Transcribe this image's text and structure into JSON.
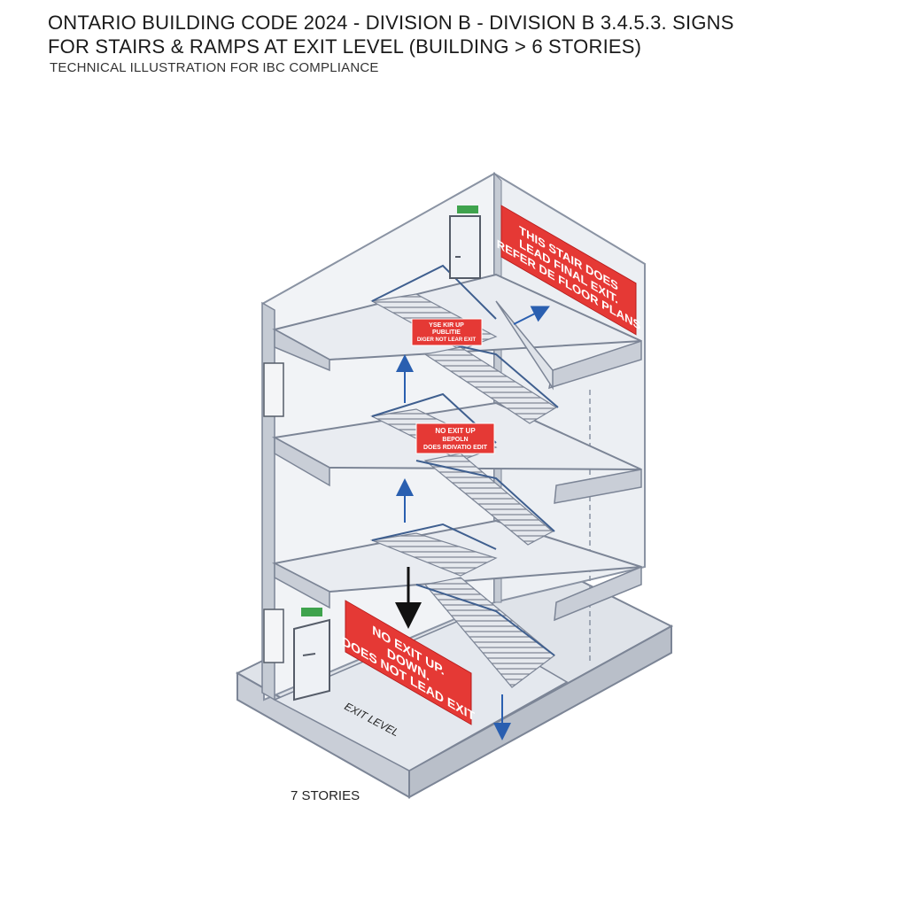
{
  "header": {
    "title_line1": "ONTARIO BUILDING CODE 2024 - DIVISION B - DIVISION B 3.4.5.3.  SIGNS",
    "title_line2": "FOR STAIRS & RAMPS AT EXIT LEVEL (BUILDING > 6 STORIES)",
    "subtitle": "TECHNICAL ILLUSTRATION FOR IBC COMPLIANCE"
  },
  "signs": {
    "top_wall": [
      "THIS STAIR DOES",
      "LEAD FINAL EXIT.",
      "REFER DE FLOOR PLANS"
    ],
    "upper_small": [
      "YSE KIR UP",
      "PUBLITIE",
      "DIGER NOT LEAR EXIT"
    ],
    "middle_small": [
      "NO EXIT UP",
      "BEPOLN",
      "DOES RDIVATIO EDIT"
    ],
    "exit_level": [
      "NO EXIT UP.",
      "DOWN.",
      "DOES NOT LEAD EXIT"
    ]
  },
  "labels": {
    "exit_level": "EXIT LEVEL",
    "stories": "7 STORIES"
  },
  "colors": {
    "sign_red": "#e53935",
    "arrow_blue": "#2a5fb0",
    "wall_outline": "#8a93a3",
    "floor_fill": "#e9ecf1"
  }
}
